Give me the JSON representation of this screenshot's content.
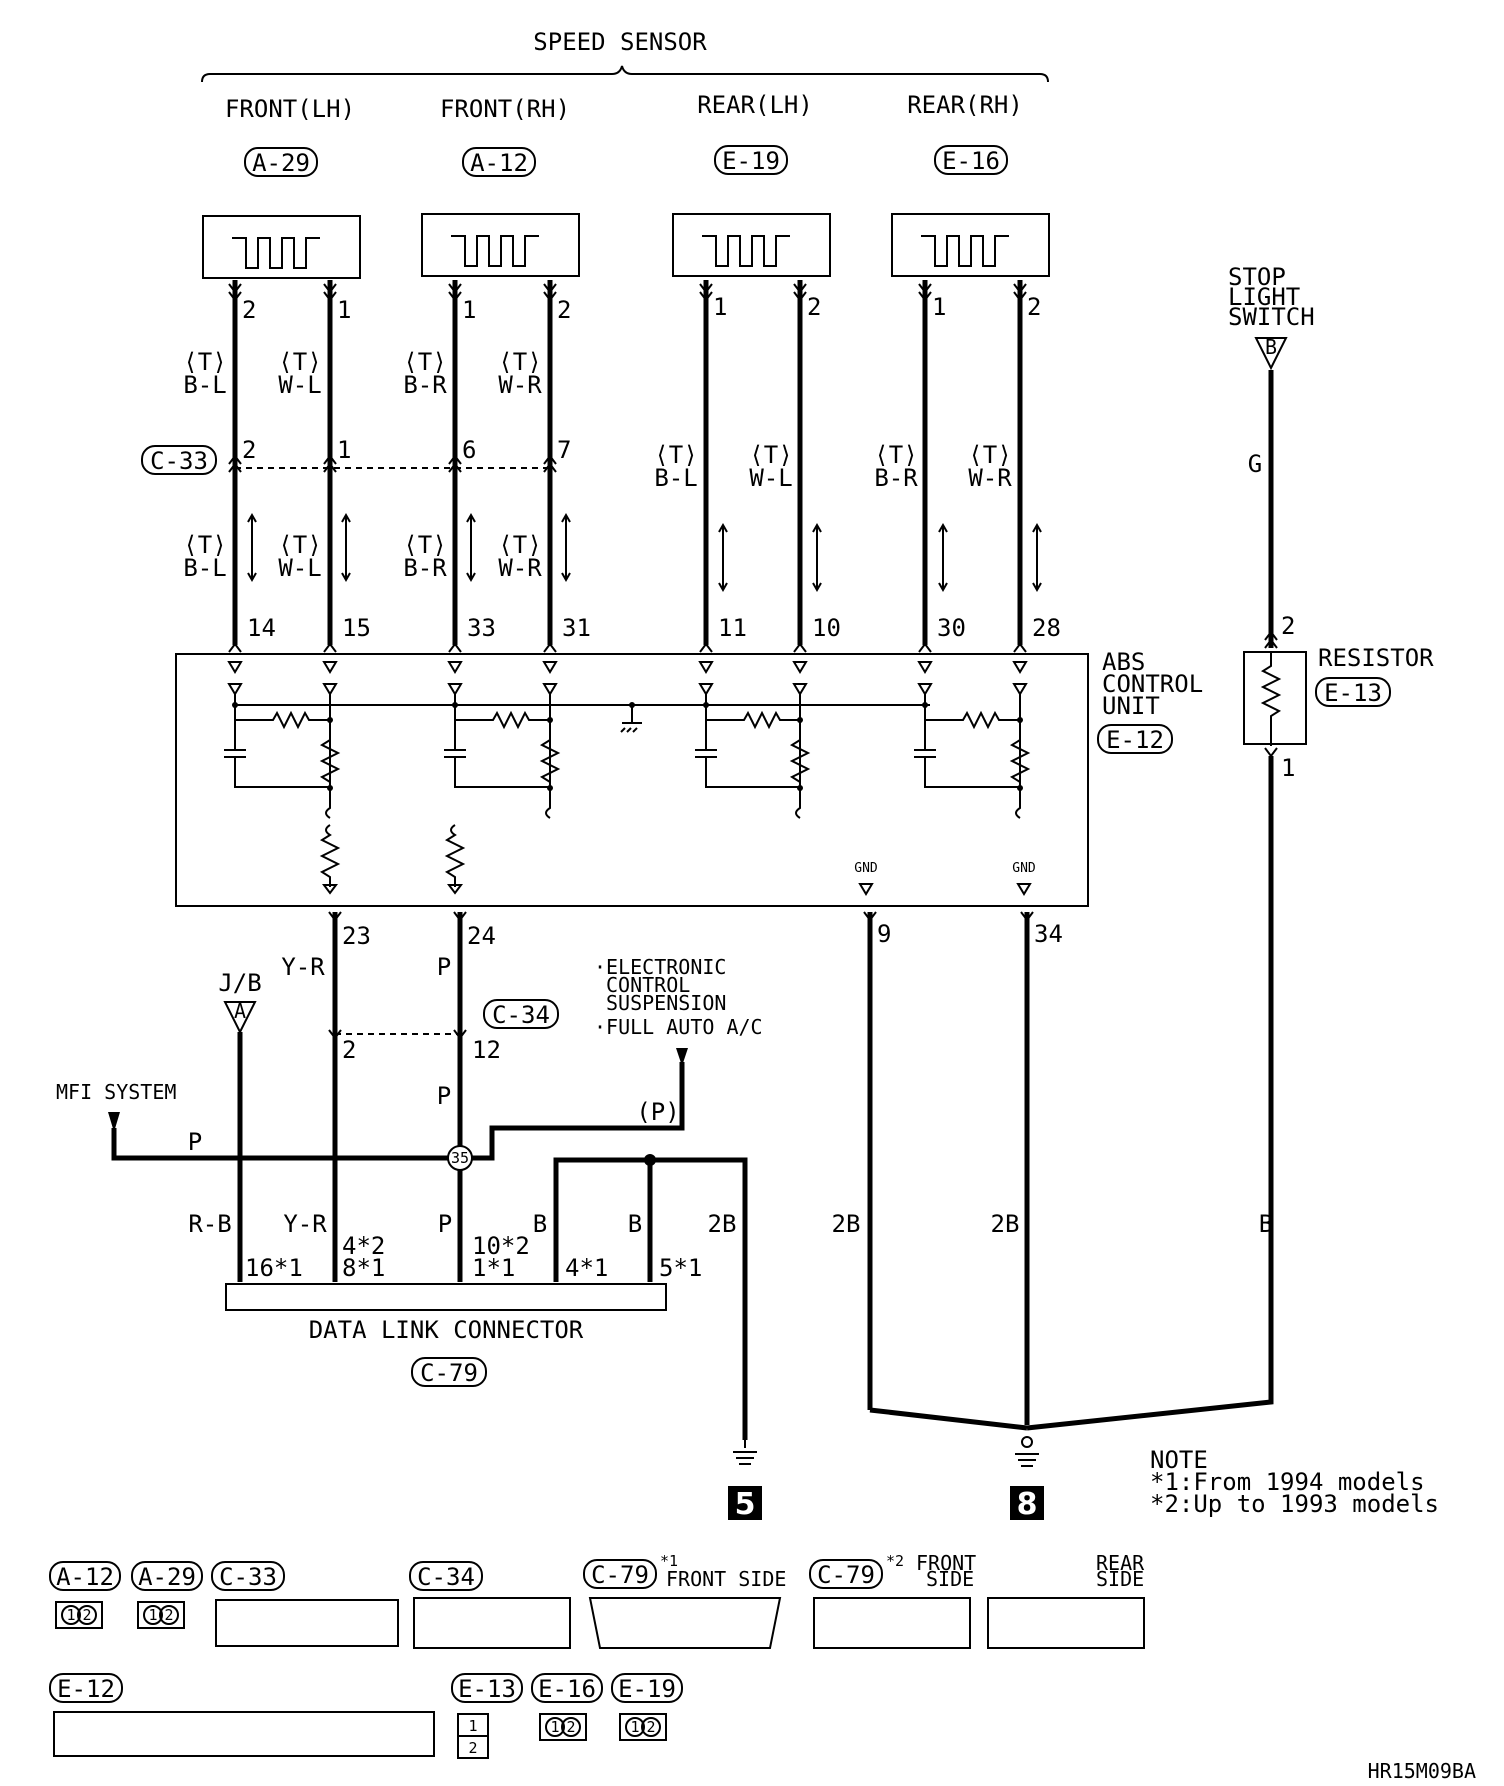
{
  "title": "SPEED SENSOR",
  "sensors": [
    {
      "name": "FRONT(LH)",
      "connector": "A-29",
      "pins": [
        "2",
        "1"
      ],
      "colors": [
        "B-L",
        "W-L"
      ],
      "ecu_pins": [
        "14",
        "15"
      ]
    },
    {
      "name": "FRONT(RH)",
      "connector": "A-12",
      "pins": [
        "1",
        "2"
      ],
      "colors": [
        "B-R",
        "W-R"
      ],
      "ecu_pins": [
        "33",
        "31"
      ]
    },
    {
      "name": "REAR(LH)",
      "connector": "E-19",
      "pins": [
        "1",
        "2"
      ],
      "colors": [
        "B-L",
        "W-L"
      ],
      "ecu_pins": [
        "11",
        "10"
      ]
    },
    {
      "name": "REAR(RH)",
      "connector": "E-16",
      "pins": [
        "1",
        "2"
      ],
      "colors": [
        "B-R",
        "W-R"
      ],
      "ecu_pins": [
        "30",
        "28"
      ]
    }
  ],
  "t_mark": "⟨T⟩",
  "c33": {
    "label": "C-33",
    "pins": [
      "2",
      "1",
      "6",
      "7"
    ]
  },
  "stop_light": {
    "line1": "STOP",
    "line2": "LIGHT",
    "line3": "SWITCH",
    "pin": "B",
    "wire": "G"
  },
  "resistor": {
    "label": "RESISTOR",
    "connector": "E-13",
    "pin_top": "2",
    "pin_bottom": "1"
  },
  "abs_unit": {
    "line1": "ABS",
    "line2": "CONTROL",
    "line3": "UNIT",
    "connector": "E-12",
    "gnd": "GND"
  },
  "abs_out": {
    "pin23": "23",
    "pin24": "24",
    "pin9": "9",
    "pin34": "34"
  },
  "jb": {
    "label": "J/B",
    "pin": "A"
  },
  "wires": {
    "yr": "Y-R",
    "p": "P",
    "pp": "(P)",
    "rb": "R-B",
    "b": "B",
    "b2": "2B"
  },
  "c34": {
    "label": "C-34",
    "pin2": "2",
    "pin12": "12"
  },
  "ecs": {
    "line1": "·ELECTRONIC",
    "line2": "CONTROL",
    "line3": "SUSPENSION",
    "line4": "·FULL AUTO A/C"
  },
  "mfi": "MFI SYSTEM",
  "splice": "35",
  "dlc": {
    "label": "DATA LINK CONNECTOR",
    "connector": "C-79",
    "pin16": "16*1",
    "pin4a": "4*2",
    "pin8": "8*1",
    "pin10": "10*2",
    "pin1": "1*1",
    "pin4b": "4*1",
    "pin5": "5*1"
  },
  "grounds": [
    "5",
    "8"
  ],
  "note": {
    "title": "NOTE",
    "n1": "*1:From 1994 models",
    "n2": "*2:Up to 1993 models"
  },
  "legend": {
    "a12": "A-12",
    "a29": "A-29",
    "c33": "C-33",
    "c34": "C-34",
    "c79a": "C-79",
    "c79a_sup": "*1",
    "c79a_side": "FRONT SIDE",
    "c79b": "C-79",
    "c79b_sup": "*2",
    "c79b_side1": "FRONT",
    "c79b_side2": "SIDE",
    "rear1": "REAR",
    "rear2": "SIDE",
    "e12": "E-12",
    "e13": "E-13",
    "e16": "E-16",
    "e19": "E-19"
  },
  "code": "HR15M09BA"
}
